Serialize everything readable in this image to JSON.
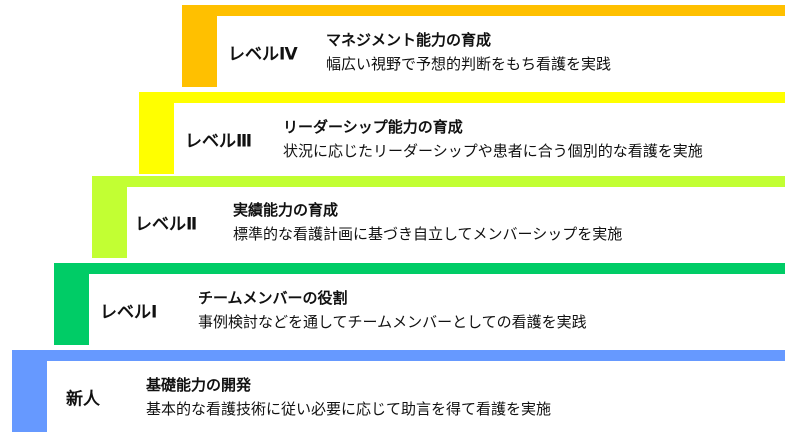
{
  "levels": [
    {
      "label": "レベルⅣ",
      "heading": "マネジメント能力の育成",
      "description": "幅広い視野で予想的判断をもち看護を実践",
      "color": "#FFC000"
    },
    {
      "label": "レベルⅢ",
      "heading": "リーダーシップ能力の育成",
      "description": "状況に応じたリーダーシップや患者に合う個別的な看護を実施",
      "color": "#FFFF00"
    },
    {
      "label": "レベルⅡ",
      "heading": "実績能力の育成",
      "description": "標準的な看護計画に基づき自立してメンバーシップを実施",
      "color": "#C2FF33"
    },
    {
      "label": "レベルⅠ",
      "heading": "チームメンバーの役割",
      "description": "事例検討などを通してチームメンバーとしての看護を実践",
      "color": "#00CC66"
    },
    {
      "label": "新人",
      "heading": "基礎能力の開発",
      "description": "基本的な看護技術に従い必要に応じて助言を得て看護を実施",
      "color": "#6699FF"
    }
  ]
}
